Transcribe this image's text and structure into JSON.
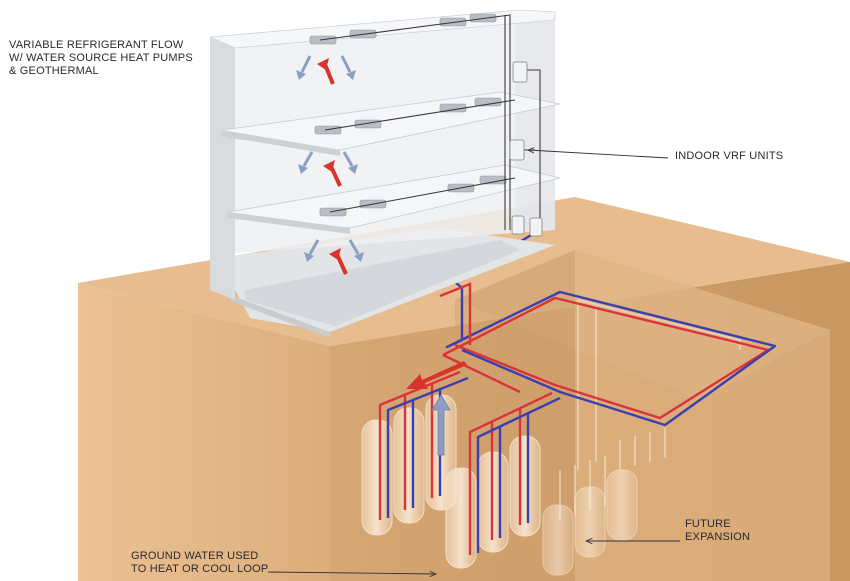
{
  "title_lines": [
    "VARIABLE REFRIGERANT FLOW",
    "W/ WATER SOURCE HEAT PUMPS",
    "& GEOTHERMAL"
  ],
  "labels": {
    "indoor_vrf_units": "INDOOR VRF UNITS",
    "future_expansion_lines": [
      "FUTURE",
      "EXPANSION"
    ],
    "ground_water_lines": [
      "GROUND WATER USED",
      "TO HEAT OR COOL LOOP"
    ]
  },
  "colors": {
    "ground": "#e7bd8f",
    "supply_pipe": "#d9343a",
    "return_pipe": "#3b3fb0",
    "building": "#eceff3",
    "warm_arrow": "#d9342b",
    "cool_arrow": "#8d9ec4"
  }
}
